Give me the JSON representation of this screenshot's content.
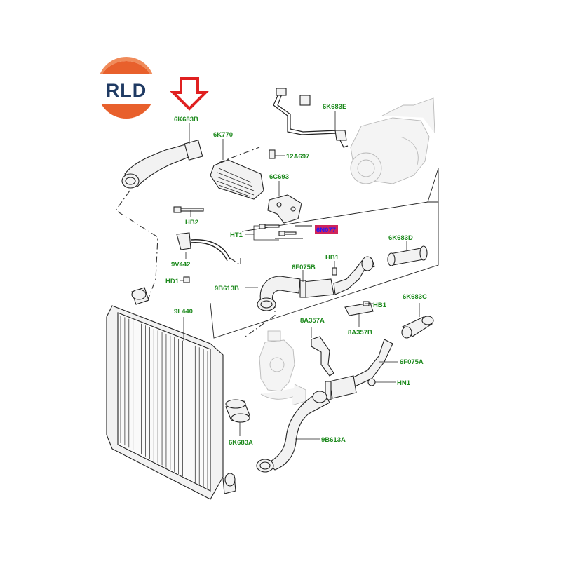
{
  "logo": {
    "text": "RLD",
    "colors": {
      "ring": "#e8602c",
      "inner": "#ffffff",
      "text": "#1f3a63"
    }
  },
  "indicator": {
    "icon": "arrow-down-icon",
    "color": "#e02020"
  },
  "colors": {
    "label": "#1e8a1e",
    "highlight_fill": "#d0245a",
    "highlight_text": "#1a1aff"
  },
  "labels": {
    "p_6K683B": "6K683B",
    "p_6K770": "6K770",
    "p_6K683E": "6K683E",
    "p_12A697": "12A697",
    "p_6C693": "6C693",
    "p_HB2": "HB2",
    "p_HT1": "HT1",
    "p_6N077": "6N077",
    "p_9V442": "9V442",
    "p_HD1": "HD1",
    "p_6K683D": "6K683D",
    "p_HB1_top": "HB1",
    "p_6F075B": "6F075B",
    "p_9B613B": "9B613B",
    "p_HB1_right": "HB1",
    "p_6K683C": "6K683C",
    "p_9L440": "9L440",
    "p_8A357A": "8A357A",
    "p_8A357B": "8A357B",
    "p_6F075A": "6F075A",
    "p_HN1": "HN1",
    "p_6K683A": "6K683A",
    "p_9B613A": "9B613A"
  }
}
